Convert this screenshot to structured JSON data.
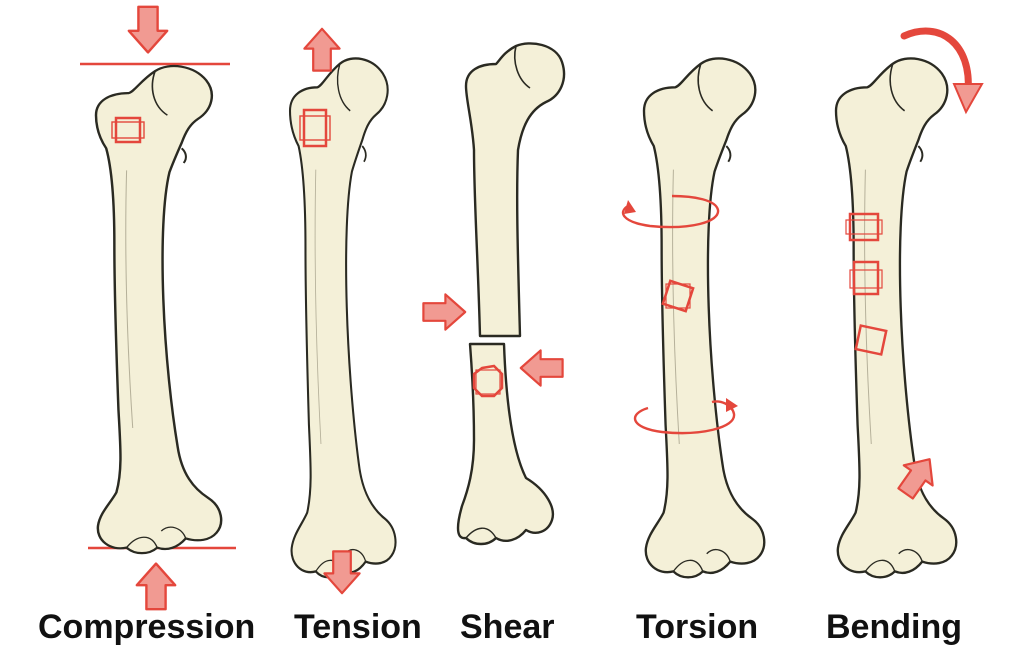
{
  "colors": {
    "bone_fill": "#f4f0d8",
    "bone_stroke": "#2a2a22",
    "stress": "#e4473c",
    "arrow_fill": "#f19a92",
    "halo": "#f3d9c4",
    "label": "#111111"
  },
  "panels": [
    {
      "id": "compression",
      "label": "Compression",
      "icons": [
        "down-arrow-icon",
        "up-arrow-icon",
        "stress-square-icon"
      ]
    },
    {
      "id": "tension",
      "label": "Tension",
      "icons": [
        "up-arrow-icon",
        "down-arrow-icon",
        "stress-rectangle-icon"
      ]
    },
    {
      "id": "shear",
      "label": "Shear",
      "icons": [
        "right-arrow-icon",
        "left-arrow-icon",
        "stress-octagon-icon"
      ]
    },
    {
      "id": "torsion",
      "label": "Torsion",
      "icons": [
        "rotation-arrow-icon",
        "rotation-arrow-icon",
        "stress-diamond-icon"
      ]
    },
    {
      "id": "bending",
      "label": "Bending",
      "icons": [
        "curved-arrow-icon",
        "diagonal-arrow-icon",
        "stress-square-icon"
      ]
    }
  ]
}
